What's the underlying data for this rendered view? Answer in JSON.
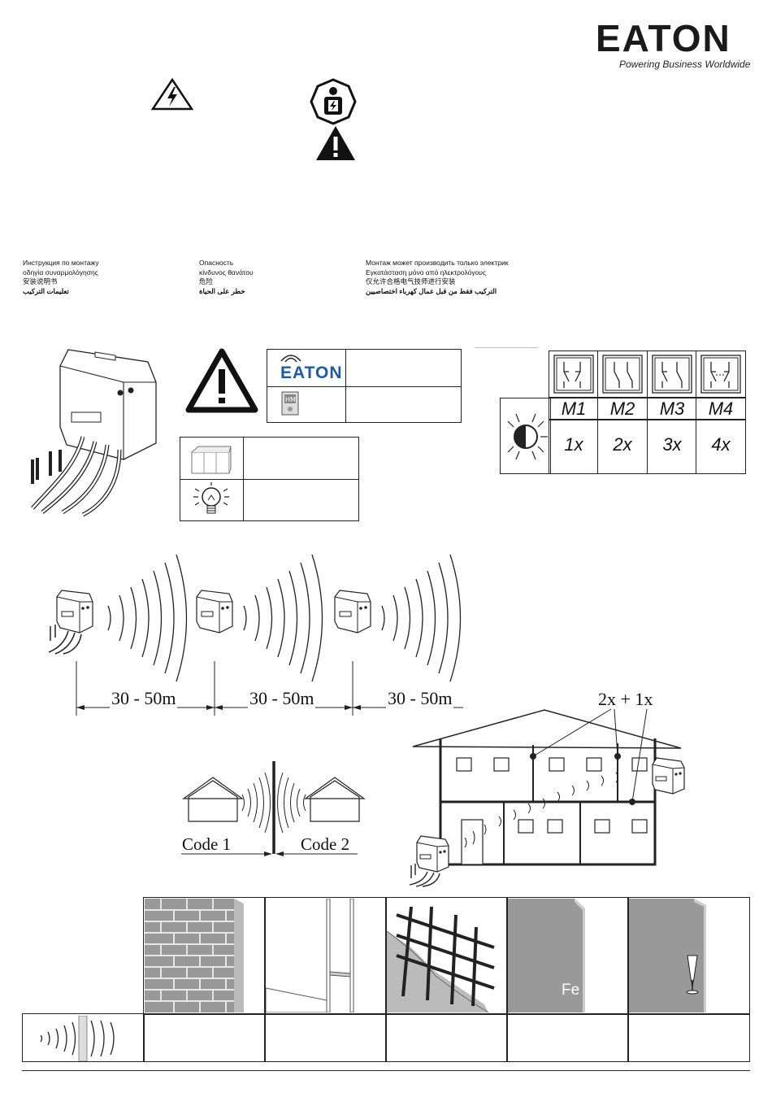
{
  "logo": {
    "word": "EATON",
    "tagline": "Powering Business Worldwide"
  },
  "instructions": {
    "col1": [
      "Инструкция по монтажу",
      "οδηγία συναρμολόγησης",
      "安装说明书",
      "تعليمات التركيب"
    ],
    "col2": [
      "Опасность",
      "κίνδυνος θανάτου",
      "危险",
      "خطر على الحياة"
    ],
    "col3": [
      "Монтаж может производить только электрик",
      "Εγκατάσταση μόνο από ηλεκτρολόγους",
      "仅允许合格电气技师进行安装",
      "التركيب فقط من قبل عمال كهرباء اختصاصيين"
    ]
  },
  "legend": {
    "eaton_mark": "EATON"
  },
  "modes": {
    "headers": [
      "M1",
      "M2",
      "M3",
      "M4"
    ],
    "counts": [
      "1x",
      "2x",
      "3x",
      "4x"
    ]
  },
  "range": {
    "distances": [
      "30 - 50m",
      "30 - 50m",
      "30 - 50m"
    ]
  },
  "codes": {
    "left": "Code 1",
    "right": "Code 2"
  },
  "house": {
    "presses": "2x + 1x"
  },
  "materials": {
    "fe_label": "Fe"
  },
  "colors": {
    "line": "#222222",
    "panel_gray": "#9a9a9a",
    "fill_light": "#ffffff"
  },
  "icons": [
    "lightning-warning-icon",
    "electrician-icon",
    "warning-icon",
    "radio-icon",
    "hm-icon",
    "lightbulb-icon",
    "sun-icon"
  ]
}
